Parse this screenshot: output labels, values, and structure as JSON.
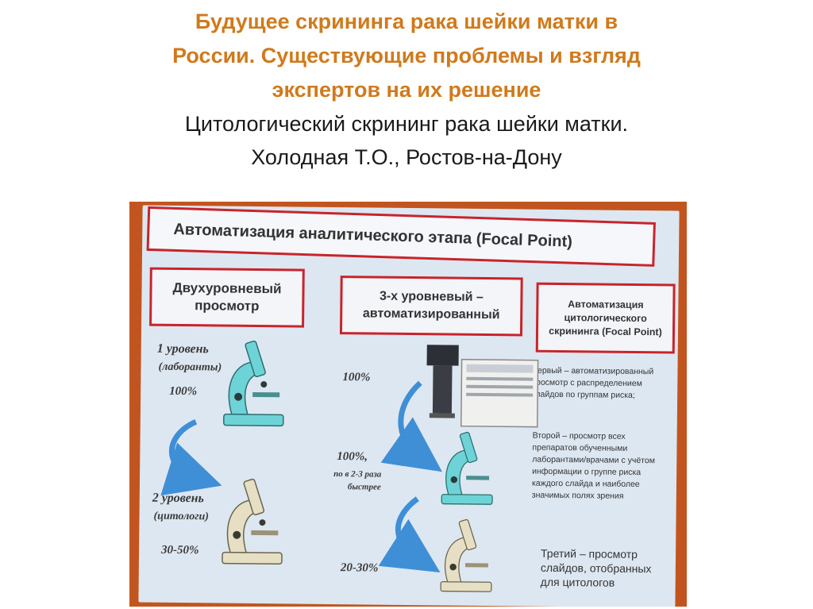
{
  "header": {
    "title_lines": [
      "Будущее скрининга рака шейки матки в",
      "России. Существующие проблемы и взгляд",
      "экспертов на их решение"
    ],
    "subtitle_lines": [
      "Цитологический скрининг рака шейки матки.",
      "Холодная Т.О., Ростов-на-Дону"
    ]
  },
  "slide": {
    "title": "Автоматизация аналитического этапа (Focal Point)",
    "columns": [
      {
        "heading_lines": [
          "Двухуровневый",
          "просмотр"
        ]
      },
      {
        "heading_lines": [
          "3-х уровневый –",
          "автоматизированный"
        ]
      },
      {
        "heading_lines": [
          "Автоматизация",
          "цитологического",
          "скрининга (Focal Point)"
        ]
      }
    ],
    "left_labels": {
      "level1": "1 уровень",
      "level1_who": "(лаборанты)",
      "level1_pct": "100%",
      "level2": "2 уровень",
      "level2_who": "(цитологи)",
      "level2_pct": "30-50%"
    },
    "middle_labels": {
      "pct_top": "100%",
      "pct_mid": "100%,",
      "faster_1": "по в 2-3 раза",
      "faster_2": "быстрее",
      "pct_bottom": "20-30%"
    },
    "right_texts": {
      "first_lines": [
        "Первый – автоматизированный",
        "просмотр с распределением",
        "слайдов по группам риска;"
      ],
      "second_lines": [
        "Второй – просмотр всех",
        "препаратов обученными",
        "лаборантами/врачами с учётом",
        "информации о группе риска",
        "каждого слайда и наиболее",
        "значимых полях зрения"
      ],
      "third_lines": [
        "Третий – просмотр",
        "слайдов, отобранных",
        "для цитологов"
      ]
    },
    "colors": {
      "title_orange": "#d07a1c",
      "box_border_red": "#c8242b",
      "microscope_teal": "#6ed3d6",
      "microscope_beige": "#e6dfc3",
      "arrow_blue": "#3f8fd6",
      "frame_orange": "#c2551f"
    },
    "icons": [
      "microscope-icon",
      "curved-arrow-icon",
      "focal-point-machine-icon"
    ]
  }
}
